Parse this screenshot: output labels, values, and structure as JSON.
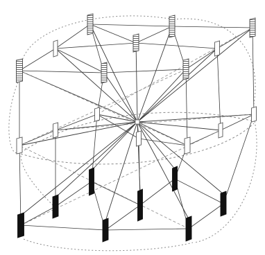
{
  "figure": {
    "colors": {
      "background": "#ffffff",
      "line": "#3a3a3a",
      "line_light": "#8a8a8a",
      "node_dark": "#111111",
      "node_light": "#ffffff"
    },
    "node_styles": [
      "hatched",
      "outlined",
      "filled"
    ]
  }
}
